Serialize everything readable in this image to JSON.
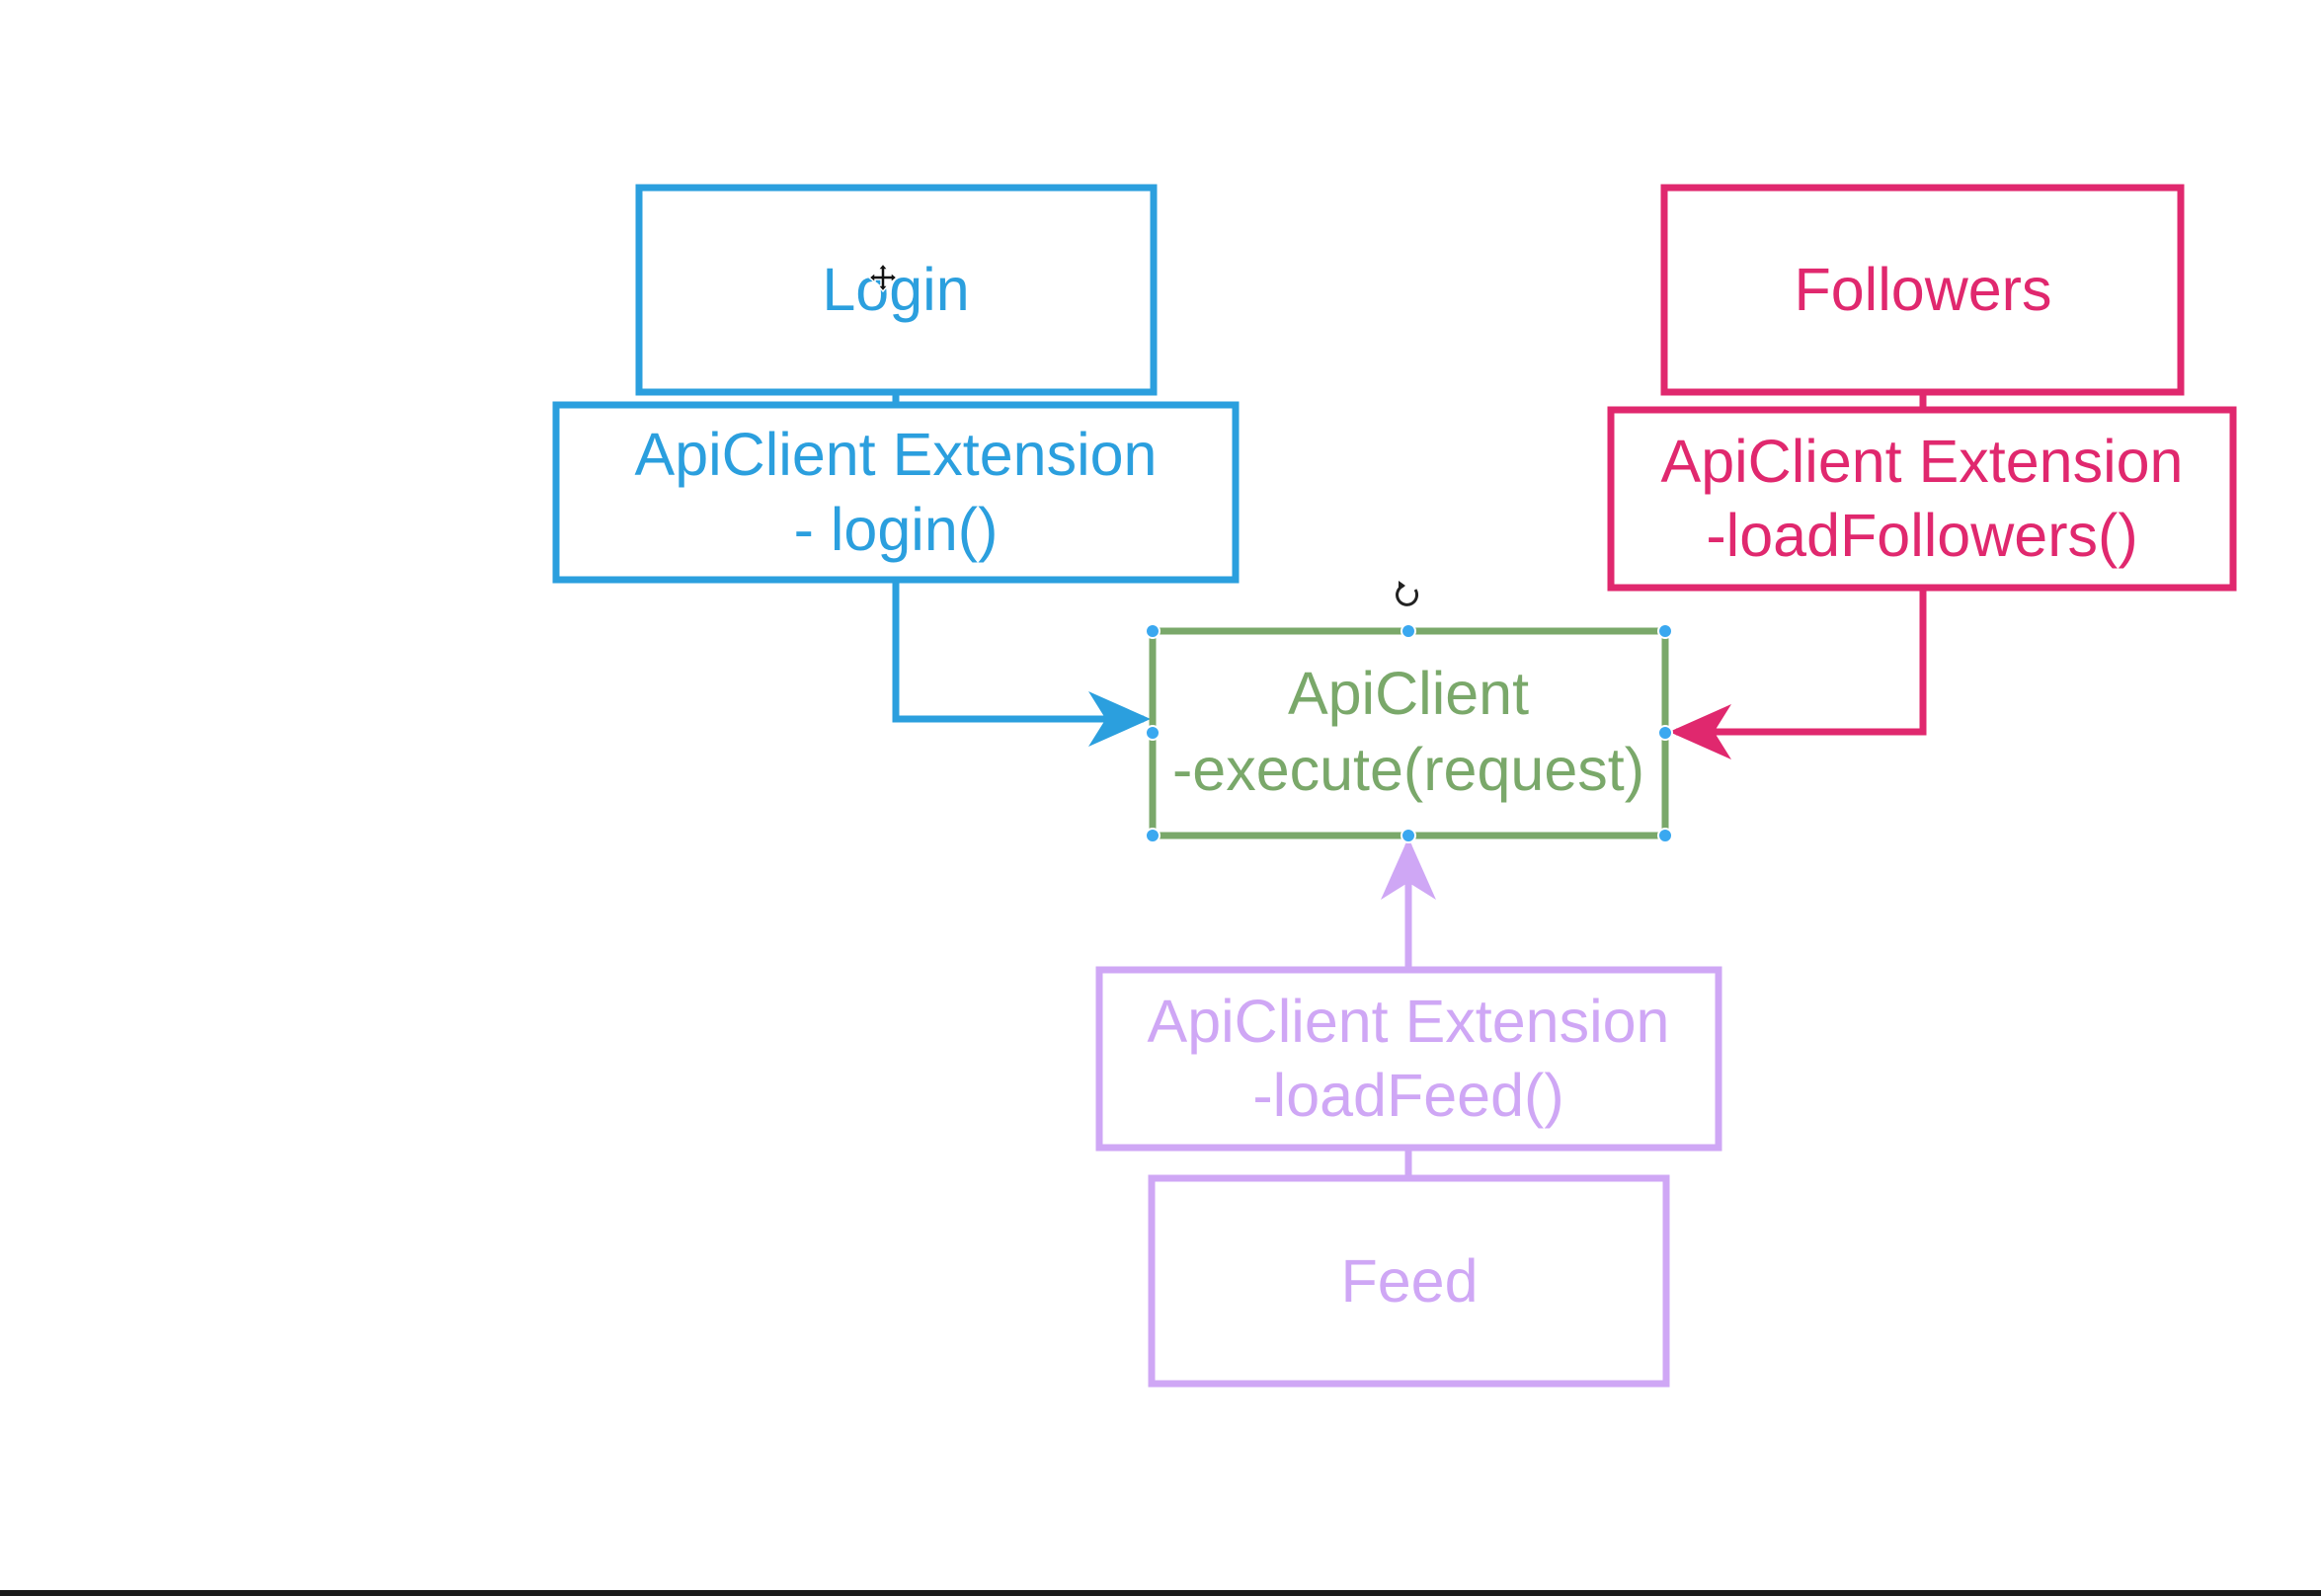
{
  "diagram": {
    "colors": {
      "blue": "#2b9fde",
      "pink": "#e0286e",
      "green": "#7aa86a",
      "purple": "#cfa7f5",
      "selection_handle": "#3aa8f0"
    },
    "nodes": {
      "login": {
        "lines": [
          "Login"
        ],
        "color": "blue"
      },
      "login_ext": {
        "lines": [
          "ApiClient Extension",
          "- login()"
        ],
        "color": "blue"
      },
      "followers": {
        "lines": [
          "Followers"
        ],
        "color": "pink"
      },
      "followers_ext": {
        "lines": [
          "ApiClient Extension",
          "-loadFollowers()"
        ],
        "color": "pink"
      },
      "apiclient": {
        "lines": [
          "ApiClient",
          "-execute(request)"
        ],
        "color": "green",
        "selected": true
      },
      "feed_ext": {
        "lines": [
          "ApiClient Extension",
          "-loadFeed()"
        ],
        "color": "purple"
      },
      "feed": {
        "lines": [
          "Feed"
        ],
        "color": "purple"
      }
    },
    "edges": [
      {
        "from": "login",
        "to": "login_ext",
        "arrow": false
      },
      {
        "from": "login_ext",
        "to": "apiclient",
        "arrow": true
      },
      {
        "from": "followers",
        "to": "followers_ext",
        "arrow": false
      },
      {
        "from": "followers_ext",
        "to": "apiclient",
        "arrow": true
      },
      {
        "from": "feed",
        "to": "feed_ext",
        "arrow": false
      },
      {
        "from": "feed_ext",
        "to": "apiclient",
        "arrow": true
      }
    ],
    "icons": {
      "move_cursor": "move-cursor-icon",
      "rotate_handle": "rotate-handle-icon"
    }
  }
}
